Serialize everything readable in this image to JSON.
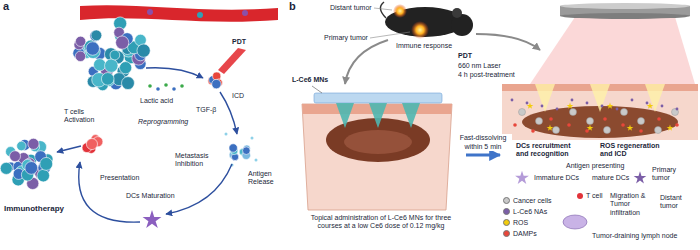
{
  "diagram": {
    "nodes": [
      {
        "text": [
          "Topical administration of L-Ce6 MNs for three courses at a low Ce6 dose of 0.12 mg/kg"
        ]
      },
      {
        "text": [
          "DCs recruitment and recognition",
          "ROS regeneration and ICD",
          "Antigen presenting",
          "Immature DCs",
          "mature DCs",
          "Primary tumor",
          "T cell",
          "Migration & Tumor infiltration",
          "Distant tumor",
          "Tumor-draining lymph node"
        ]
      }
    ],
    "edges": [
      {
        "from": 0,
        "to": 1,
        "arrow": "to",
        "label": "Fast-dissolving within 5 min"
      }
    ],
    "labels": [
      "a",
      "PDT",
      "Lactic acid",
      "T cells Activation",
      "Reprogramming",
      "TGF-β",
      "ICD",
      "Presentation",
      "Metastasis Inhibition",
      "Antigen Release",
      "Immunotherapy",
      "DCs Maturation",
      "b",
      "Distant tumor",
      "Primary tumor",
      "Immune response",
      "PDT",
      "660 nm Laser",
      "4 h post-treatment",
      "L-Ce6 MNs"
    ],
    "legend": [
      {
        "text": "Cancer cells",
        "color": "#c9c9c9"
      },
      {
        "text": "L-Ce6 NAs",
        "color": "#7b5ea7"
      },
      {
        "text": "ROS",
        "color": "#f2cc0c"
      },
      {
        "text": "DAMPs",
        "color": "#e8463a"
      }
    ]
  }
}
